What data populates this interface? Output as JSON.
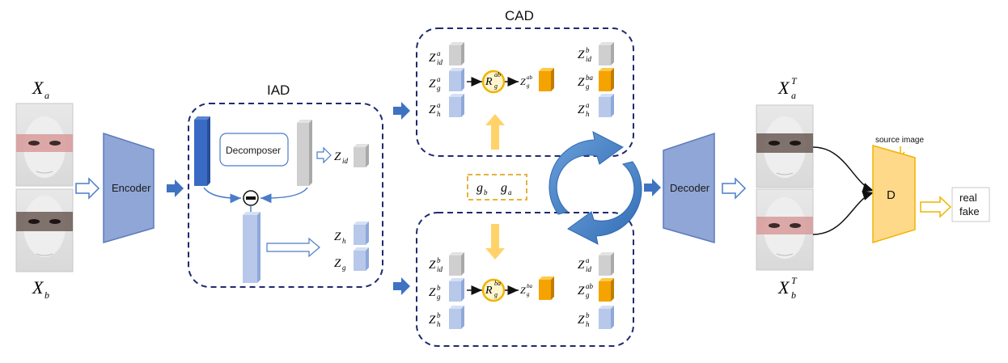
{
  "inputs": {
    "xa": "X",
    "xa_sub": "a",
    "xb": "X",
    "xb_sub": "b"
  },
  "encoder": {
    "label": "Encoder"
  },
  "iad": {
    "title": "IAD",
    "decomposer": "Decomposer",
    "z_id": "Z",
    "z_id_sub": "id",
    "z_h": "Z",
    "z_h_sub": "h",
    "z_g": "Z",
    "z_g_sub": "g"
  },
  "cad": {
    "title": "CAD",
    "top": {
      "left": [
        {
          "z": "Z",
          "sub": "id",
          "sup": "a"
        },
        {
          "z": "Z",
          "sub": "g",
          "sup": "a"
        },
        {
          "z": "Z",
          "sub": "h",
          "sup": "a"
        }
      ],
      "r": "R",
      "r_sub": "g",
      "r_sup": "ab",
      "out": {
        "z": "Z",
        "sub": "g",
        "sup": "ab"
      },
      "right": [
        {
          "z": "Z",
          "sub": "id",
          "sup": "b"
        },
        {
          "z": "Z",
          "sub": "g",
          "sup": "ba"
        },
        {
          "z": "Z",
          "sub": "h",
          "sup": "a"
        }
      ]
    },
    "bottom": {
      "left": [
        {
          "z": "Z",
          "sub": "id",
          "sup": "b"
        },
        {
          "z": "Z",
          "sub": "g",
          "sup": "b"
        },
        {
          "z": "Z",
          "sub": "h",
          "sup": "b"
        }
      ],
      "r": "R",
      "r_sub": "g",
      "r_sup": "ba",
      "out": {
        "z": "Z",
        "sub": "g",
        "sup": "ba"
      },
      "right": [
        {
          "z": "Z",
          "sub": "id",
          "sup": "a"
        },
        {
          "z": "Z",
          "sub": "g",
          "sup": "ab"
        },
        {
          "z": "Z",
          "sub": "h",
          "sup": "b"
        }
      ]
    },
    "gb": "g",
    "gb_sub": "b",
    "ga": "g",
    "ga_sub": "a"
  },
  "decoder": {
    "label": "Decoder"
  },
  "outputs": {
    "xa": "X",
    "xa_sub": "a",
    "xa_sup": "T",
    "xb": "X",
    "xb_sub": "b",
    "xb_sup": "T"
  },
  "discriminator": {
    "label": "D",
    "source_image": "source  image",
    "real": "real",
    "fake": "fake"
  },
  "colors": {
    "dashed_box": "#1f2a6e",
    "encoder_fill": "#8fa6d6",
    "dark_blue": "#3a6bc4",
    "light_blue": "#b7c8ea",
    "grey": "#cfcfcf",
    "orange": "#f5a300",
    "yellow": "#ffd36a",
    "d_fill": "#ffd98a"
  }
}
